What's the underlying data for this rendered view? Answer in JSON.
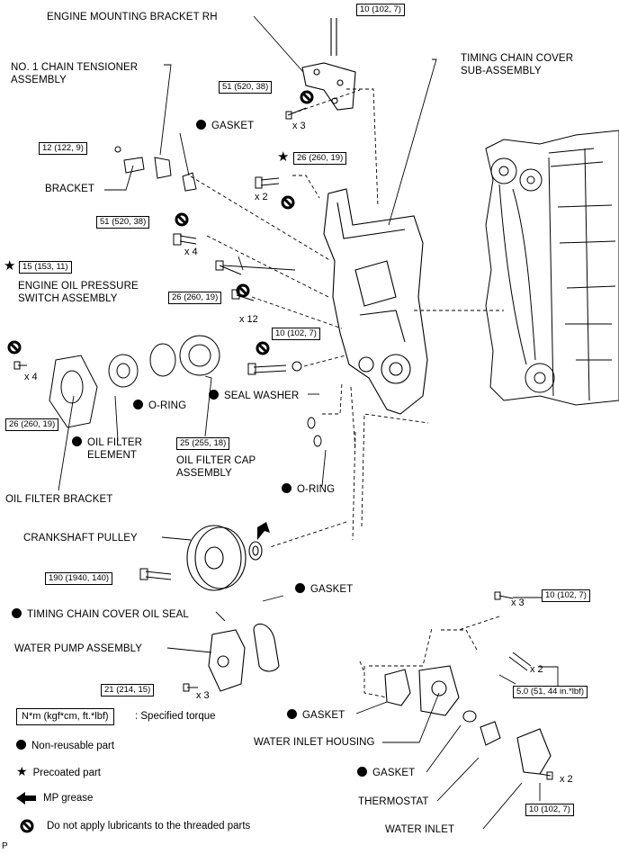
{
  "labels": {
    "engine_mounting_bracket": "ENGINE MOUNTING BRACKET RH",
    "chain_tensioner_1": "NO. 1 CHAIN TENSIONER",
    "chain_tensioner_2": "ASSEMBLY",
    "gasket_top": "GASKET",
    "bracket": "BRACKET",
    "timing_chain_cover_1": "TIMING CHAIN COVER",
    "timing_chain_cover_2": "SUB-ASSEMBLY",
    "oil_pressure_switch_1": "ENGINE OIL PRESSURE",
    "oil_pressure_switch_2": "SWITCH ASSEMBLY",
    "seal_washer": "SEAL WASHER",
    "o_ring_left": "O-RING",
    "oil_filter_element_1": "OIL FILTER",
    "oil_filter_element_2": "ELEMENT",
    "oil_filter_cap_1": "OIL FILTER CAP",
    "oil_filter_cap_2": "ASSEMBLY",
    "oil_filter_bracket": "OIL FILTER BRACKET",
    "o_ring_right": "O-RING",
    "crankshaft_pulley": "CRANKSHAFT PULLEY",
    "gasket_pump": "GASKET",
    "timing_chain_cover_oil_seal": "TIMING CHAIN COVER OIL SEAL",
    "water_pump": "WATER PUMP ASSEMBLY",
    "gasket_inlet": "GASKET",
    "water_inlet_housing": "WATER INLET HOUSING",
    "gasket_thermostat": "GASKET",
    "thermostat": "THERMOSTAT",
    "water_inlet": "WATER INLET"
  },
  "torques": {
    "t_mount_top": "10 (102, 7)",
    "t_mount_bolts": "51 (520, 38)",
    "t_tensioner": "12 (122, 9)",
    "t_cover_star": "26 (260, 19)",
    "t_51_x4": "51 (520, 38)",
    "t_oil_switch": "15 (153, 11)",
    "t_26_x12": "26 (260, 19)",
    "t_10_washer": "10 (102, 7)",
    "t_filter_bracket": "26 (260, 19)",
    "t_filter_cap": "25 (255, 18)",
    "t_pulley": "190 (1940, 140)",
    "t_water_pump": "21 (214, 15)",
    "t_inlet_top": "10 (102, 7)",
    "t_stud": "5.0 (51, 44 in.*lbf)",
    "t_inlet_bottom": "10 (102, 7)"
  },
  "quantities": {
    "q_mount": "x 3",
    "q_cover_star": "x 2",
    "q_51": "x 4",
    "q_26": "x 12",
    "q_bracket": "x 4",
    "q_pump": "x 3",
    "q_inlet_top": "x 3",
    "q_stud": "x 2",
    "q_inlet_bottom": "x 2"
  },
  "legend": {
    "torque_unit": "N*m (kgf*cm, ft.*lbf)",
    "torque_desc": ": Specified torque",
    "non_reusable": "Non-reusable part",
    "precoated": "Precoated part",
    "mp_grease": "MP grease",
    "no_lubricant": "Do not apply lubricants to the threaded parts"
  },
  "page_marker": "P"
}
